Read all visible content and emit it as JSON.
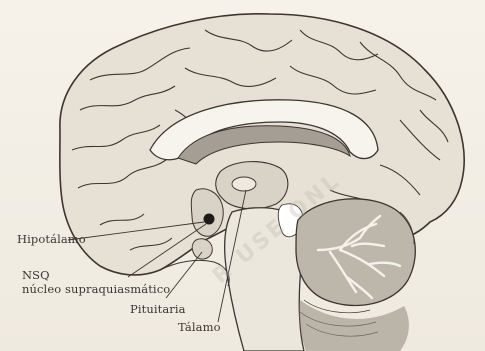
{
  "labels": {
    "hipotalamo": "Hipotálamo",
    "nsq": "NSQ",
    "nucleo": "núcleo supraquiasmático",
    "pituitaria": "Pituitaria",
    "talamo": "Tálamo"
  },
  "watermark": {
    "text": "R USE ONL"
  },
  "colors": {
    "paper": "#f3efe6",
    "ink": "#3b3630",
    "shade": "#d9d3c7",
    "dark_shade": "#a49e94"
  }
}
